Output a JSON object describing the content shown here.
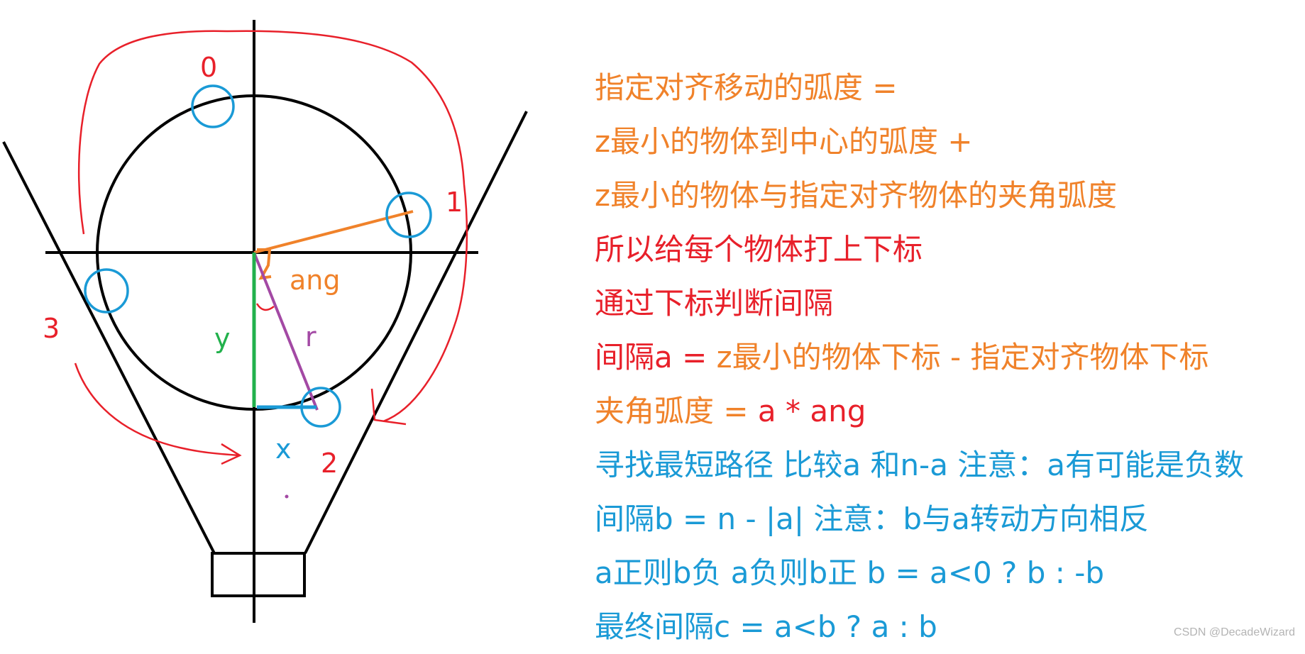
{
  "diagram": {
    "labels": {
      "slot_0": "0",
      "slot_1": "1",
      "slot_2": "2",
      "slot_3": "3",
      "angle": "ang",
      "radius": "r",
      "axis_x": "x",
      "axis_y": "y"
    },
    "colors": {
      "outline": "#000000",
      "red": "#e8202a",
      "blue": "#1a9ad6",
      "orange": "#f0822a",
      "green": "#22b14c",
      "purple": "#a349a4"
    }
  },
  "notes": [
    {
      "segments": [
        {
          "text": "指定对齐移动的弧度 =",
          "color": "#f0822a"
        }
      ]
    },
    {
      "segments": [
        {
          "text": "z最小的物体到中心的弧度 +",
          "color": "#f0822a"
        }
      ]
    },
    {
      "segments": [
        {
          "text": "z最小的物体与指定对齐物体的夹角弧度",
          "color": "#f0822a"
        }
      ]
    },
    {
      "segments": [
        {
          "text": "所以给每个物体打上下标",
          "color": "#e8202a"
        }
      ]
    },
    {
      "segments": [
        {
          "text": "通过下标判断间隔",
          "color": "#e8202a"
        }
      ]
    },
    {
      "segments": [
        {
          "text": "间隔a = ",
          "color": "#e8202a"
        },
        {
          "text": "z最小的物体下标 - 指定对齐物体下标",
          "color": "#f0822a"
        }
      ]
    },
    {
      "segments": [
        {
          "text": "夹角弧度 = ",
          "color": "#f0822a"
        },
        {
          "text": "a * ang",
          "color": "#e8202a"
        }
      ]
    },
    {
      "segments": [
        {
          "text": "寻找最短路径 比较a 和n-a 注意：a有可能是负数",
          "color": "#1a9ad6"
        }
      ]
    },
    {
      "segments": [
        {
          "text": "间隔b = n - |a| 注意：b与a转动方向相反",
          "color": "#1a9ad6"
        }
      ]
    },
    {
      "segments": [
        {
          "text": "a正则b负 a负则b正 b = a<0 ? b : -b",
          "color": "#1a9ad6"
        }
      ]
    },
    {
      "segments": [
        {
          "text": "最终间隔c = a<b ? a : b",
          "color": "#1a9ad6"
        }
      ]
    }
  ],
  "watermark": "CSDN @DecadeWizard"
}
